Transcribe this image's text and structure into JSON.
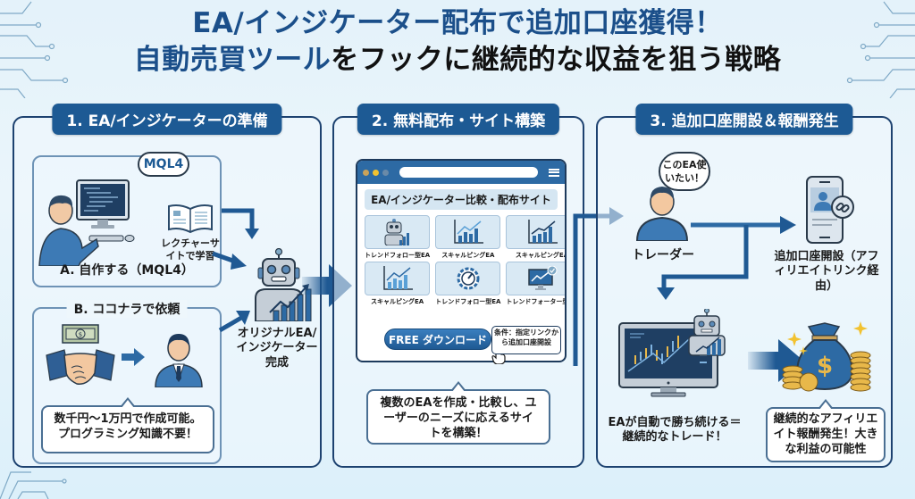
{
  "title": {
    "line1_blue": "EA/インジケーター配布で",
    "line1_black": "追加口座獲得！",
    "line2_blue": "自動売買ツール",
    "line2_black": "をフックに継続的な収益を狙う戦略"
  },
  "panels": [
    {
      "header": "1. EA/インジケーターの準備",
      "option_a": {
        "label": "A. 自作する（MQL4）",
        "bubble": "MQL4",
        "book_label": "レクチャーサイトで学習"
      },
      "option_b": {
        "label": "B. ココナラで依頼",
        "callout": "数千円～1万円で作成可能。プログラミング知識不要！"
      },
      "result_label": "オリジナルEA/インジケーター完成"
    },
    {
      "header": "2. 無料配布・サイト構築",
      "site_title": "EA/インジケーター比較・配布サイト",
      "cards": [
        {
          "label": "トレンドフォロー型EA",
          "icon": "robot-chart-icon"
        },
        {
          "label": "スキャルピングEA",
          "icon": "bar-chart-icon"
        },
        {
          "label": "スキャルピングEA",
          "icon": "bar-chart-icon"
        },
        {
          "label": "スキャルピングEA",
          "icon": "bar-chart-icon"
        },
        {
          "label": "トレンドフォロー型EA",
          "icon": "gauge-icon"
        },
        {
          "label": "トレンドフォーター型EA",
          "icon": "monitor-check-icon"
        }
      ],
      "download_button": "FREE ダウンロード",
      "condition": "条件：指定リンクから追加口座開設",
      "callout": "複数のEAを作成・比較し、ユーザーのニーズに応えるサイトを構築！"
    },
    {
      "header": "3. 追加口座開設＆報酬発生",
      "trader_bubble": "このEA使いたい！",
      "trader_label": "トレーダー",
      "account_label": "追加口座開設（アフィリエイトリンク経由）",
      "trade_label": "EAが自動で勝ち続ける＝継続的なトレード！",
      "reward_callout": "継続的なアフィリエイト報酬発生！大きな利益の可能性"
    }
  ],
  "colors": {
    "primary": "#1d5a94",
    "dark_navy": "#1d3a5c",
    "light_bg": "#e4f2fa",
    "gold": "#e8b84a"
  }
}
